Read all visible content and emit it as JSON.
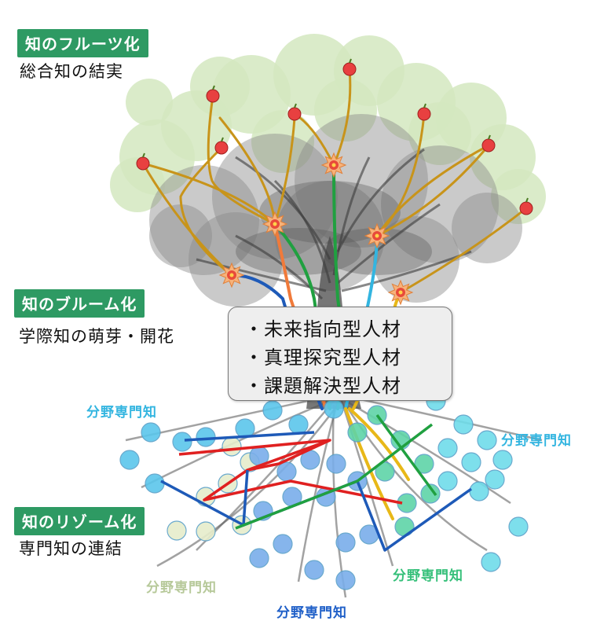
{
  "labels": {
    "fruit_badge": "知のフルーツ化",
    "fruit_sub": "総合知の結実",
    "bloom_badge": "知のブルーム化",
    "bloom_sub": "学際知の萌芽・開花",
    "rhizome_badge": "知のリゾーム化",
    "rhizome_sub": "専門知の連結"
  },
  "talent_box": {
    "items": [
      "・未来指向型人材",
      "・真理探究型人材",
      "・課題解決型人材"
    ]
  },
  "fields": {
    "top_left": "分野専門知",
    "right": "分野専門知",
    "bottom_left": "分野専門知",
    "bottom_center": "分野専門知",
    "bottom_right": "分野専門知"
  },
  "colors": {
    "badge_green": "#2e9a63",
    "field_cyan": "#33b5e0",
    "field_green": "#36c07a",
    "field_pale": "#b7c99a",
    "field_blue": "#2060c8",
    "line_red": "#e02020",
    "line_blue": "#1e5ab8",
    "line_green": "#20a040",
    "branch_gold": "#c8941a",
    "fruit_red": "#e84040",
    "flower_orange": "#f07a3a"
  },
  "icons": [
    "fruit-icon",
    "flower-icon"
  ]
}
